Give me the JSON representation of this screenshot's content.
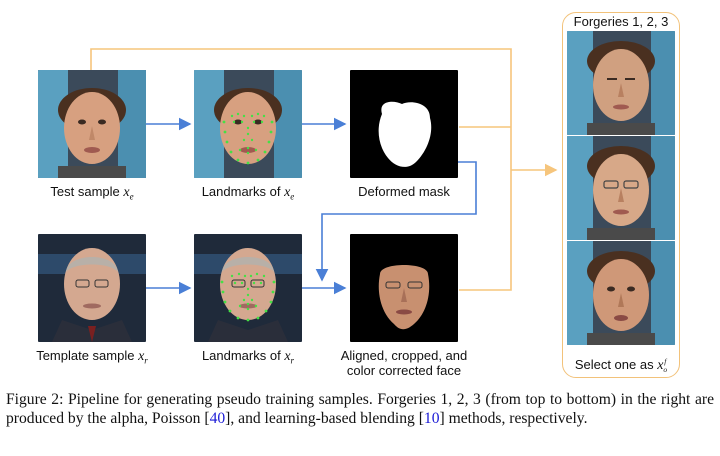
{
  "labels": {
    "test_sample_prefix": "Test sample ",
    "test_sample_var": "x",
    "test_sample_sub": "e",
    "landmarks_e_prefix": "Landmarks of ",
    "landmarks_e_var": "x",
    "landmarks_e_sub": "e",
    "deformed_mask": "Deformed mask",
    "template_prefix": "Template sample ",
    "template_var": "x",
    "template_sub": "r",
    "landmarks_r_prefix": "Landmarks of ",
    "landmarks_r_var": "x",
    "landmarks_r_sub": "r",
    "aligned_line1": "Aligned, cropped, and",
    "aligned_line2": "color corrected face",
    "forgeries": "Forgeries 1, 2, 3",
    "select_prefix": "Select one as ",
    "select_var": "x",
    "select_sub": "o",
    "select_sup": "f"
  },
  "caption": {
    "part1": "Figure 2: Pipeline for generating pseudo training samples. Forgeries 1, 2, 3 (from top to bottom) in the right are produced by the alpha, Poisson [",
    "ref1": "40",
    "part2": "], and learning-based blending [",
    "ref2": "10",
    "part3": "] methods, respectively."
  },
  "colors": {
    "blue_arrow": "#4a7fd6",
    "orange_arrow": "#f6c57c"
  }
}
